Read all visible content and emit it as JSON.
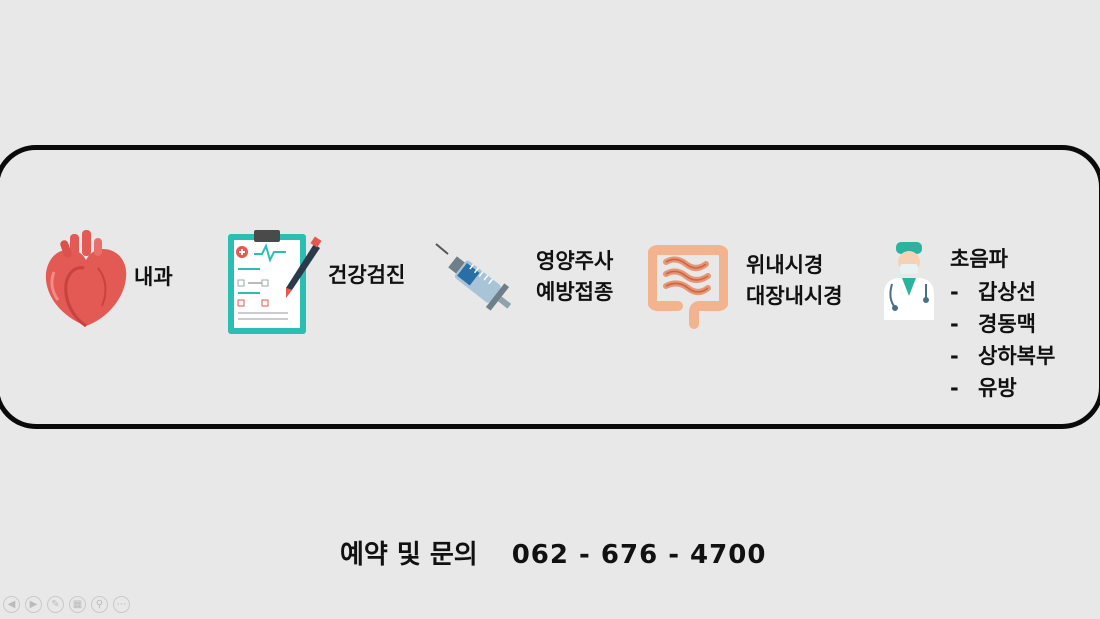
{
  "services": [
    {
      "name": "내과",
      "icon": "heart-icon"
    },
    {
      "name": "건강검진",
      "icon": "clipboard-icon"
    },
    {
      "lines": [
        "영양주사",
        "예방접종"
      ],
      "icon": "syringe-icon"
    },
    {
      "lines": [
        "위내시경",
        "대장내시경"
      ],
      "icon": "intestine-icon"
    }
  ],
  "ultrasound": {
    "title": "초음파",
    "icon": "doctor-icon",
    "items": [
      "갑상선",
      "경동맥",
      "상하복부",
      "유방"
    ]
  },
  "contact": {
    "label": "예약 및 문의",
    "phone": "062 - 676 - 4700"
  },
  "toolbar": {
    "buttons": [
      "prev-icon",
      "next-icon",
      "pen-icon",
      "slides-icon",
      "zoom-icon",
      "more-icon"
    ],
    "dash": "-"
  }
}
